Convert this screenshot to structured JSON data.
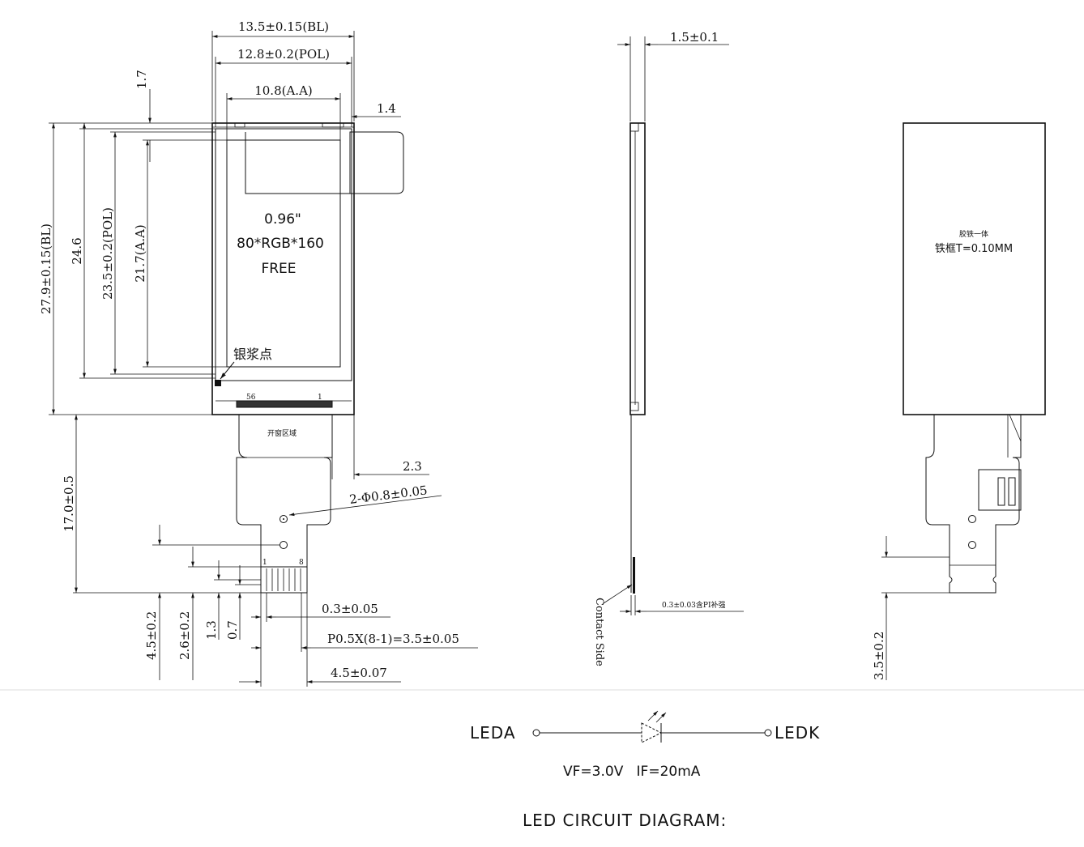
{
  "front_view": {
    "dims": {
      "width_bl": "13.5±0.15(BL)",
      "width_pol": "12.8±0.2(POL)",
      "width_aa": "10.8(A.A)",
      "top_offset": "1.7",
      "right_offset": "1.4",
      "height_bl": "27.9±0.15(BL)",
      "height_246": "24.6",
      "height_pol": "23.5±0.2(POL)",
      "height_aa": "21.7(A.A)",
      "fpc_length": "17.0±0.5",
      "fpc_side": "2.3",
      "holes": "2-Φ0.8±0.05",
      "d45": "4.5±0.2",
      "d26": "2.6±0.2",
      "d13": "1.3",
      "d07": "0.7",
      "pad_width": "0.3±0.05",
      "pitch": "P0.5X(8-1)=3.5±0.05",
      "fpc_width": "4.5±0.07"
    },
    "panel_text": {
      "size": "0.96\"",
      "resolution": "80*RGB*160",
      "view": "FREE"
    },
    "silver_dot_label": "银浆点",
    "window_area_label": "开窗区域",
    "pin_56": "56",
    "pin_1_top": "1",
    "pin_1": "1",
    "pin_8": "8"
  },
  "side_view": {
    "thickness": "1.5±0.1",
    "stiffener": "0.3±0.03含PI补强",
    "contact_side": "Contact Side"
  },
  "back_view": {
    "note_line1": "胶铁一体",
    "note_line2": "铁框T=0.10MM",
    "dim": "3.5±0.2"
  },
  "led_circuit": {
    "anode": "LEDA",
    "cathode": "LEDK",
    "params": "VF=3.0V   IF=20mA",
    "title": "LED CIRCUIT DIAGRAM:"
  }
}
